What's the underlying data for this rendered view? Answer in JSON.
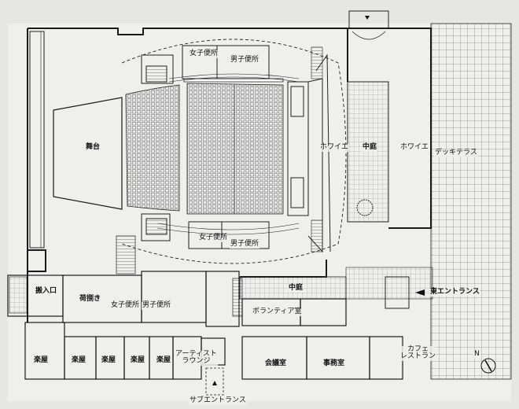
{
  "labels": {
    "stage": "舞台",
    "womens_wc_top": "女子便所",
    "mens_wc_top": "男子便所",
    "womens_wc_mid": "女子便所",
    "mens_wc_mid": "男子便所",
    "womens_wc_low": "女子便所",
    "mens_wc_low": "男子便所",
    "foyer_left": "ホワイエ",
    "courtyard_top": "中庭",
    "foyer_right": "ホワイエ",
    "deck_terrace": "デッキテラス",
    "loading_entrance": "搬入口",
    "unloading": "荷捌き",
    "courtyard_mid": "中庭",
    "volunteer_room": "ボランティア室",
    "east_entrance": "東エントランス",
    "dressing_1": "楽屋",
    "dressing_2": "楽屋",
    "dressing_3": "楽屋",
    "dressing_4": "楽屋",
    "dressing_5": "楽屋",
    "artist_lounge": "アーティスト\nラウンジ",
    "meeting_room": "会議室",
    "office": "事務室",
    "cafe": "カフェ\nレストラン",
    "sub_entrance": "サブエントランス",
    "north": "N"
  },
  "colors": {
    "paper": "#f0efec",
    "line": "#1a1a1a",
    "shade": "#cfcdca"
  }
}
